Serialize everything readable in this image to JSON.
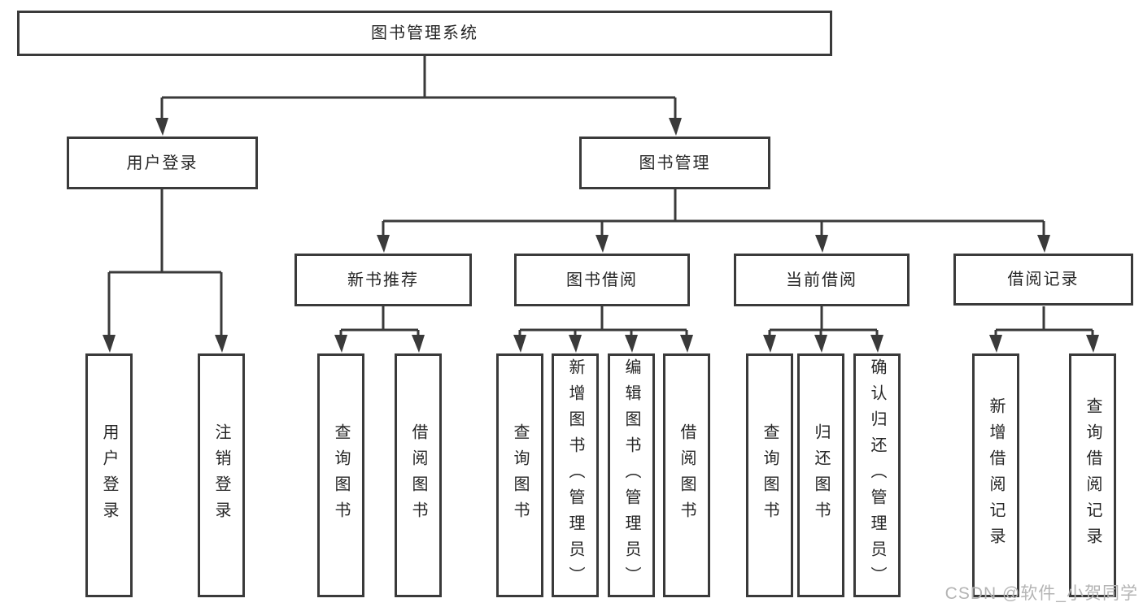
{
  "colors": {
    "line": "#3a3a3a",
    "border": "#3a3a3a",
    "text": "#262626",
    "watermark": "#b4b4b4",
    "background": "#ffffff"
  },
  "root": {
    "label": "图书管理系统"
  },
  "level2": [
    {
      "label": "用户登录"
    },
    {
      "label": "图书管理"
    }
  ],
  "level3": [
    {
      "label": "新书推荐"
    },
    {
      "label": "图书借阅"
    },
    {
      "label": "当前借阅"
    },
    {
      "label": "借阅记录"
    }
  ],
  "leaves": {
    "user_login": [
      "用户登录",
      "注销登录"
    ],
    "new_books": [
      "查询图书",
      "借阅图书"
    ],
    "book_borrow": [
      "查询图书",
      "新增图书（管理员）",
      "编辑图书（管理员）",
      "借阅图书"
    ],
    "current_borrow": [
      "查询图书",
      "归还图书",
      "确认归还（管理员）"
    ],
    "borrow_records": [
      "新增借阅记录",
      "查询借阅记录"
    ]
  },
  "watermark": "CSDN @软件_小贺同学"
}
